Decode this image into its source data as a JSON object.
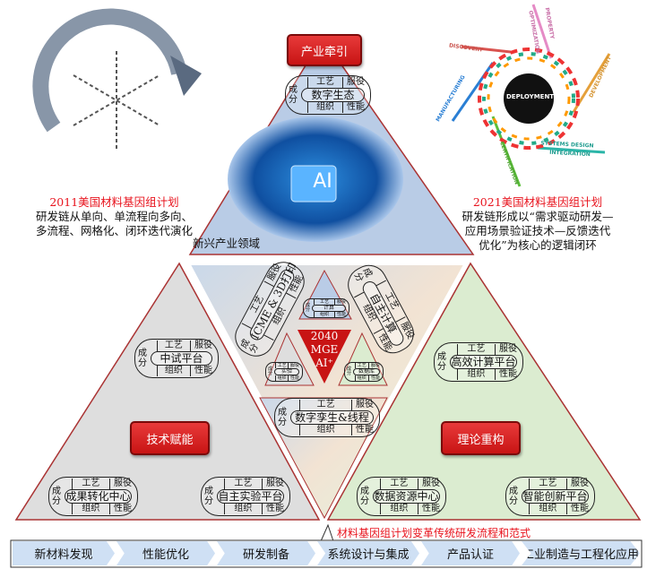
{
  "top_button": "产业牵引",
  "left_button": "技术赋能",
  "right_button": "理论重构",
  "center": {
    "year": "2040",
    "mge": "MGE",
    "ai": "AI⁺"
  },
  "emerging_label": "新兴产业领域",
  "image_ai": "AI",
  "left_text": {
    "title": "2011美国材料基因组计划",
    "lines": [
      "研发链从单向、单流程向多向、",
      "多流程、网格化、闭环迭代演化"
    ]
  },
  "right_text": {
    "title": "2021美国材料基因组计划",
    "lines": [
      "研发链形成以“需求驱动研发—",
      "应用场景验证技术—反馈迭代",
      "优化”为核心的逻辑闭环"
    ]
  },
  "right_graphic": {
    "center": "DEPLOYMENT",
    "labels": [
      "DISCOVERY",
      "OPTIMIZATION",
      "PROPERTY",
      "DEVELOPMENT",
      "SYSTEMS DESIGN",
      "INTEGRATION",
      "CERTIFICATION",
      "MANUFACTURING"
    ]
  },
  "module_parts": {
    "cf": "成分",
    "gy": "工艺",
    "fy": "服役",
    "zz": "组织",
    "xn": "性能"
  },
  "modules": [
    "数字生态",
    "中试平台",
    "高效计算平台",
    "成果转化中心",
    "自主实验平台",
    "数据资源中心",
    "智能创新平台",
    "数字孪生&线程",
    "ICME & 3D打印",
    "自主计算",
    "计算",
    "实验",
    "数据库"
  ],
  "caption": "材料基因组计划变革传统研发流程和范式",
  "steps": [
    "新材料发现",
    "性能优化",
    "研发制备",
    "系统设计与集成",
    "产品认证",
    "工业制造与工程化应用"
  ],
  "colors": {
    "accent_red": "#c81414",
    "top_fill": "#b7cbe6",
    "left_fill": "#dcdcdc",
    "right_fill": "#d9ebcf",
    "step_fill": "#cfe0f4"
  }
}
